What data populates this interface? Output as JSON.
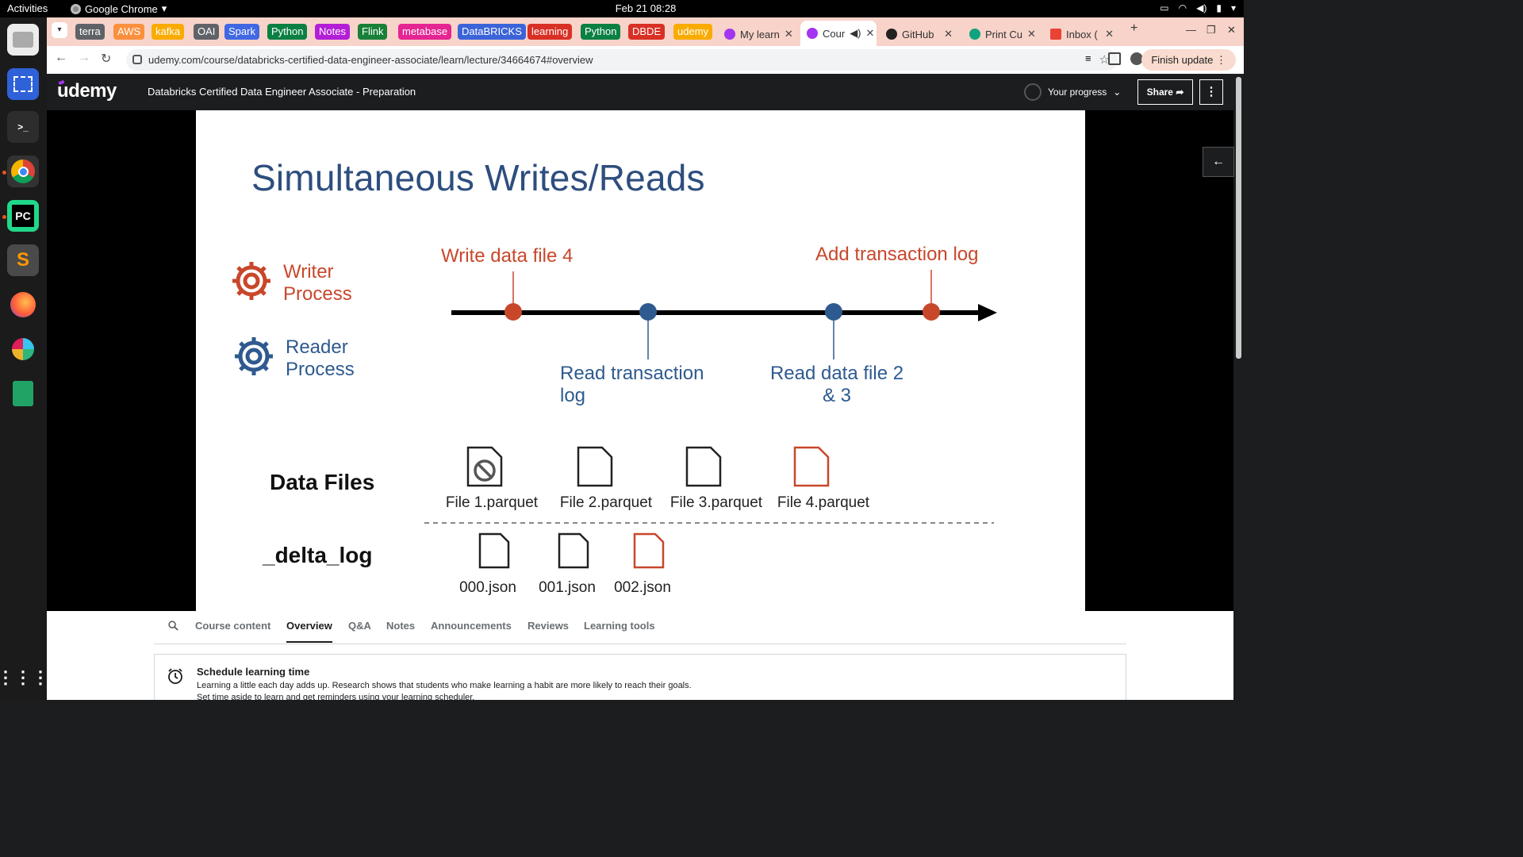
{
  "system": {
    "activities": "Activities",
    "app_name": "Google Chrome",
    "datetime": "Feb 21  08:28"
  },
  "tab_groups": [
    {
      "label": "terra",
      "color": "#5f6368"
    },
    {
      "label": "AWS",
      "color": "#fa903e"
    },
    {
      "label": "kafka",
      "color": "#f9ab00"
    },
    {
      "label": "OAI",
      "color": "#5f6368"
    },
    {
      "label": "Spark",
      "color": "#4168e3"
    },
    {
      "label": "Python",
      "color": "#0b8043"
    },
    {
      "label": "Notes",
      "color": "#b31fd6"
    },
    {
      "label": "Flink",
      "color": "#188038"
    },
    {
      "label": "metabase",
      "color": "#e52592"
    },
    {
      "label": "DataBRICKS",
      "color": "#3c64d9"
    },
    {
      "label": "learning",
      "color": "#d93025"
    },
    {
      "label": "Python",
      "color": "#0b8043"
    },
    {
      "label": "DBDE",
      "color": "#d93025"
    },
    {
      "label": "udemy",
      "color": "#f9ab00"
    }
  ],
  "tabs": [
    {
      "title": "My learn",
      "active": false
    },
    {
      "title": "Cour",
      "active": true
    },
    {
      "title": "GitHub",
      "active": false
    },
    {
      "title": "Print Cu",
      "active": false
    },
    {
      "title": "Inbox (",
      "active": false
    }
  ],
  "address_bar": {
    "url": "udemy.com/course/databricks-certified-data-engineer-associate/learn/lecture/34664674#overview",
    "finish_update": "Finish update"
  },
  "udemy": {
    "logo": "udemy",
    "course_title": "Databricks Certified Data Engineer Associate - Preparation",
    "progress_label": "Your progress",
    "share_label": "Share"
  },
  "slide": {
    "title": "Simultaneous Writes/Reads",
    "writer_label": "Writer Process",
    "reader_label": "Reader Process",
    "events": {
      "write_data": "Write data file 4",
      "add_log": "Add transaction log",
      "read_log": "Read transaction log",
      "read_files": "Read data file 2 & 3"
    },
    "data_files_label": "Data Files",
    "data_files": [
      "File 1.parquet",
      "File 2.parquet",
      "File 3.parquet",
      "File 4.parquet"
    ],
    "delta_log_label": "_delta_log",
    "log_files": [
      "000.json",
      "001.json",
      "002.json"
    ],
    "colors": {
      "writer": "#c8472b",
      "reader": "#2e5a8f",
      "title": "#2d4e7e"
    }
  },
  "lower_tabs": [
    "Course content",
    "Overview",
    "Q&A",
    "Notes",
    "Announcements",
    "Reviews",
    "Learning tools"
  ],
  "active_lower_tab": "Overview",
  "schedule": {
    "title": "Schedule learning time",
    "line1": "Learning a little each day adds up. Research shows that students who make learning a habit are more likely to reach their goals.",
    "line2": "Set time aside to learn and get reminders using your learning scheduler."
  }
}
